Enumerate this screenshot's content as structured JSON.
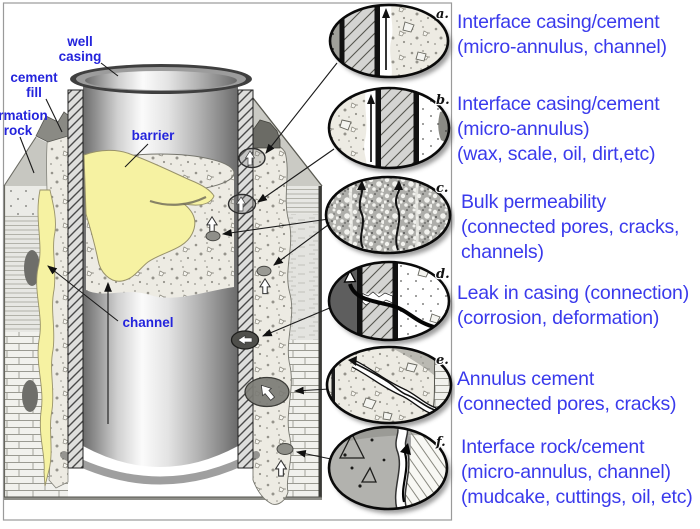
{
  "figure": {
    "title": "Well cement leak pathways schematic"
  },
  "colors": {
    "description_blue": "#3a3aec",
    "diagram_label_blue": "#2424dc",
    "channel_yellow": "#f6f2a2"
  },
  "diagram": {
    "labels": {
      "well_casing": [
        "well",
        "casing"
      ],
      "cement_fill": [
        "cement",
        "fill"
      ],
      "formation_rock": [
        "rmation",
        "rock"
      ],
      "barrier": "barrier",
      "channel": "channel"
    }
  },
  "insets": [
    {
      "id": "a",
      "label": "a."
    },
    {
      "id": "b",
      "label": "b."
    },
    {
      "id": "c",
      "label": "c."
    },
    {
      "id": "d",
      "label": "d."
    },
    {
      "id": "e",
      "label": "e."
    },
    {
      "id": "f",
      "label": "f."
    }
  ],
  "descriptions": [
    {
      "inset": "a",
      "lines": [
        "Interface casing/cement",
        "(micro-annulus, channel)"
      ]
    },
    {
      "inset": "b",
      "lines": [
        "Interface casing/cement",
        "(micro-annulus)",
        "(wax, scale, oil, dirt,etc)"
      ]
    },
    {
      "inset": "c",
      "lines": [
        "Bulk permeability",
        "(connected pores, cracks,",
        "channels)"
      ]
    },
    {
      "inset": "d",
      "lines": [
        "Leak in casing (connection)",
        "(corrosion, deformation)"
      ]
    },
    {
      "inset": "e",
      "lines": [
        "Annulus cement",
        "(connected pores, cracks)"
      ]
    },
    {
      "inset": "f",
      "lines": [
        "Interface rock/cement",
        "(micro-annulus, channel)",
        "(mudcake, cuttings, oil, etc)"
      ]
    }
  ]
}
